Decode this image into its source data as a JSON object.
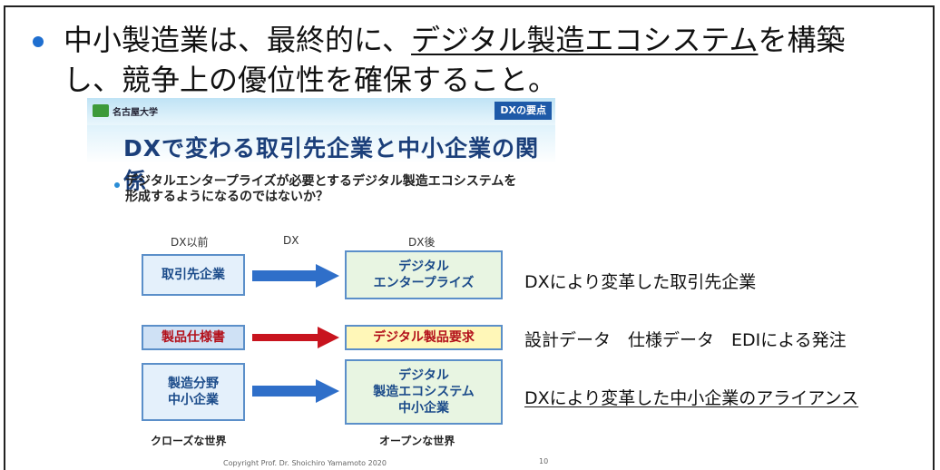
{
  "main": {
    "line1_prefix": "中小製造業は、最終的に、",
    "line1_underlined": "デジタル製造エコシステム",
    "line1_suffix": "を構築",
    "line2": "し、競争上の優位性を確保すること。"
  },
  "slide": {
    "org": "名古屋大学",
    "tag": "DXの要点",
    "title": "DXで変わる取引先企業と中小企業の関係",
    "bullet": "デジタルエンタープライズが必要とするデジタル製造エコシステムを形成するようになるのではないか？",
    "col_before": "DX以前",
    "col_dx": "DX",
    "col_after": "DX後",
    "row1_left": "取引先企業",
    "row1_right_1": "デジタル",
    "row1_right_2": "エンタープライズ",
    "row2_left": "製品仕様書",
    "row2_right": "デジタル製品要求",
    "row3_left_1": "製造分野",
    "row3_left_2": "中小企業",
    "row3_right_1": "デジタル",
    "row3_right_2": "製造エコシステム",
    "row3_right_3": "中小企業",
    "foot_left": "クローズな世界",
    "foot_right": "オープンな世界",
    "copyright": "Copyright Prof. Dr. Shoichiro Yamamoto 2020",
    "page": "10"
  },
  "side": {
    "note1": "DXにより変革した取引先企業",
    "note2": "設計データ　仕様データ　EDIによる発注",
    "note3": "DXにより変革した中小企業のアライアンス"
  },
  "colors": {
    "bullet": "#1f6fd0",
    "arrow_blue": "#2f6fc9",
    "arrow_red": "#c8141e"
  }
}
